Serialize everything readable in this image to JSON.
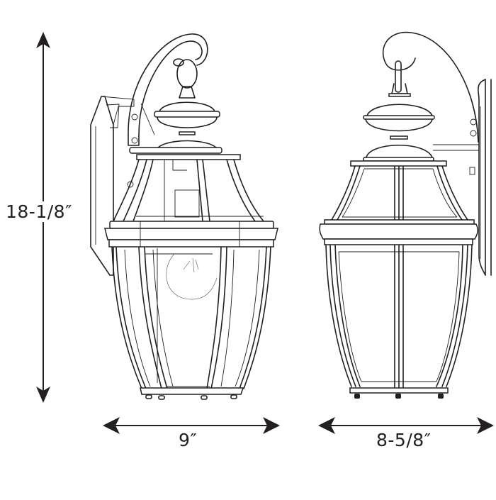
{
  "figure": {
    "type": "product dimension line drawing",
    "subject": "outdoor wall lantern",
    "views": [
      {
        "name": "front view",
        "position": "left"
      },
      {
        "name": "side view",
        "position": "right"
      }
    ]
  },
  "dimensions": {
    "height": {
      "label": "18-1/8″",
      "value_in": 18.125,
      "orientation": "vertical"
    },
    "front_width": {
      "label": "9″",
      "value_in": 9,
      "orientation": "horizontal"
    },
    "side_depth": {
      "label": "8-5/8″",
      "value_in": 8.625,
      "orientation": "horizontal"
    }
  },
  "colors": {
    "line": "#231f20",
    "background": "#ffffff"
  }
}
